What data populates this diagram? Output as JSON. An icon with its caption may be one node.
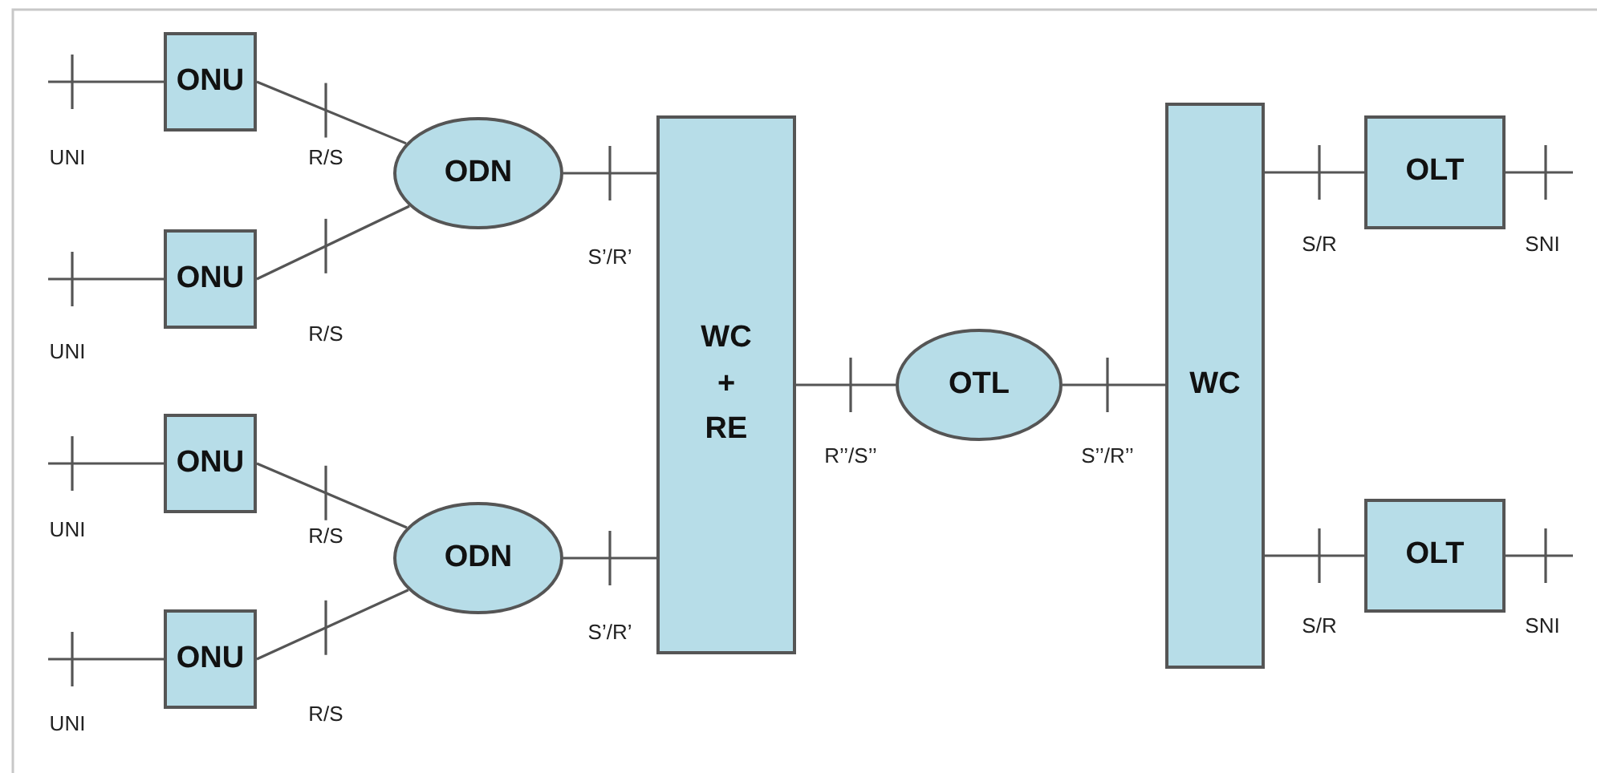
{
  "diagram": {
    "nodes": [
      {
        "text": [
          "ONU"
        ]
      },
      {
        "text": [
          "ONU"
        ]
      },
      {
        "text": [
          "ONU"
        ]
      },
      {
        "text": [
          "ONU"
        ]
      },
      {
        "text": [
          "ODN"
        ]
      },
      {
        "text": [
          "ODN"
        ]
      },
      {
        "text": [
          "WC + RE"
        ]
      },
      {
        "text": [
          "OTL"
        ]
      },
      {
        "text": [
          "WC"
        ]
      },
      {
        "text": [
          "OLT"
        ]
      },
      {
        "text": [
          "OLT"
        ]
      }
    ],
    "edges": [
      {
        "from": 0,
        "to": 4,
        "arrow": "none"
      },
      {
        "from": 1,
        "to": 4,
        "arrow": "none"
      },
      {
        "from": 2,
        "to": 5,
        "arrow": "none"
      },
      {
        "from": 3,
        "to": 5,
        "arrow": "none"
      },
      {
        "from": 4,
        "to": 6,
        "arrow": "none"
      },
      {
        "from": 5,
        "to": 6,
        "arrow": "none"
      },
      {
        "from": 6,
        "to": 7,
        "arrow": "none"
      },
      {
        "from": 7,
        "to": 8,
        "arrow": "none"
      },
      {
        "from": 8,
        "to": 9,
        "arrow": "none"
      },
      {
        "from": 8,
        "to": 10,
        "arrow": "none"
      },
      {
        "from": null,
        "to": 0,
        "arrow": "none"
      },
      {
        "from": null,
        "to": 1,
        "arrow": "none"
      },
      {
        "from": null,
        "to": 2,
        "arrow": "none"
      },
      {
        "from": null,
        "to": 3,
        "arrow": "none"
      },
      {
        "from": 9,
        "to": null,
        "arrow": "none"
      },
      {
        "from": 10,
        "to": null,
        "arrow": "none"
      }
    ],
    "labels": [
      "UNI",
      "R/S",
      "S/R",
      "SNI",
      "S’/R’",
      "UNI",
      "R/S",
      "R’’/S’’",
      "S’’/R’’",
      "UNI",
      "R/S",
      "S’/R’",
      "S/R",
      "SNI",
      "UNI",
      "R/S"
    ]
  }
}
